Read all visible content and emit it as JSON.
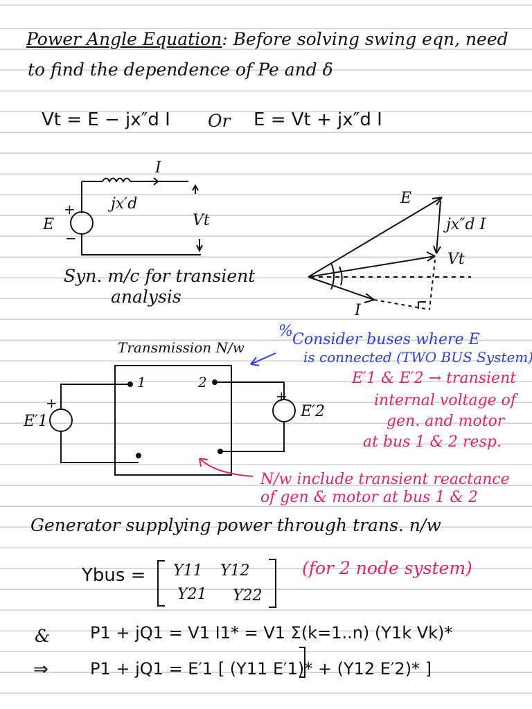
{
  "heading": {
    "title": "Power Angle Equation",
    "line1_rest": ": Before solving swing eqn, need",
    "line2": "to find the dependence of  Pe  and  δ"
  },
  "equations": {
    "vt_eq": "Vt = E − jx″d I",
    "or": "Or",
    "e_eq": "E = Vt + jx″d I"
  },
  "circuit1": {
    "current": "I",
    "reactance": "jx′d",
    "source": "E",
    "plus": "+",
    "minus": "−",
    "voltage": "Vt",
    "caption_line1": "Syn. m/c for transient",
    "caption_line2": "analysis"
  },
  "phasor": {
    "e_label": "E",
    "drop_label": "jx″d I",
    "vt_label": "Vt",
    "i_label": "I"
  },
  "network": {
    "title": "Transmission N/w",
    "node1": "1",
    "node2": "2",
    "e1": "E′1",
    "e2": "E′2",
    "plus1": "+",
    "plus2": "+"
  },
  "notes": {
    "blue_mark": "%",
    "blue_line1": "Consider buses where E",
    "blue_line2": "is connected (TWO BUS System)",
    "pink_line1": "E′1 & E′2 → transient",
    "pink_line2": "internal voltage of",
    "pink_line3": "gen. and motor",
    "pink_line4": "at bus 1 & 2 resp.",
    "pink_nw1": "N/w include transient reactance",
    "pink_nw2": "of gen & motor at bus 1 & 2"
  },
  "generator_line": "Generator supplying power through trans. n/w",
  "ybus": {
    "label": "Ybus =",
    "y11": "Y11",
    "y12": "Y12",
    "y21": "Y21",
    "y22": "Y22",
    "note": "(for 2 node system)"
  },
  "power": {
    "amp": "&",
    "line1": "P1 + jQ1 = V1 I1* = V1 Σ(k=1..n) (Y1k Vk)*",
    "arrow": "⇒",
    "line2": "P1 + jQ1 = E′1 [ (Y11 E′1)* + (Y12 E′2)* ]"
  }
}
